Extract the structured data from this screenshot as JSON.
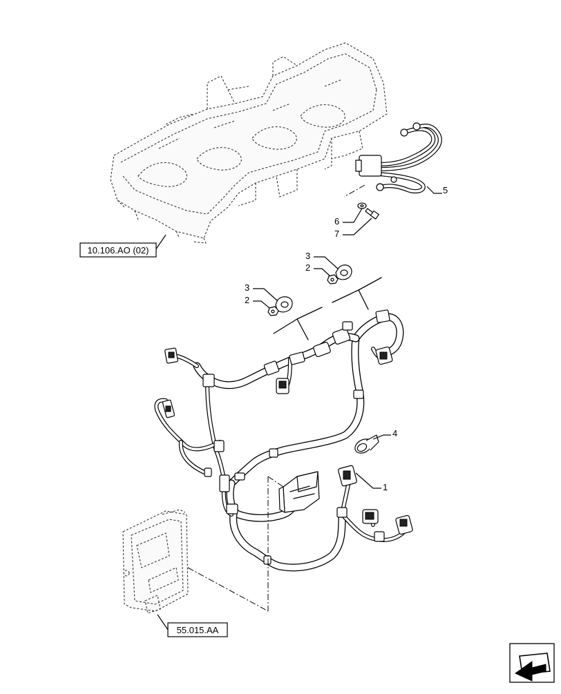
{
  "callouts": {
    "c1": "1",
    "c2a": "2",
    "c2b": "2",
    "c3a": "3",
    "c3b": "3",
    "c4": "4",
    "c5": "5",
    "c6": "6",
    "c7": "7"
  },
  "references": {
    "engine_ref": "10.106.AO (02)",
    "ecu_ref": "55.015.AA"
  },
  "icons": {
    "nav": "arrow-back-icon"
  }
}
